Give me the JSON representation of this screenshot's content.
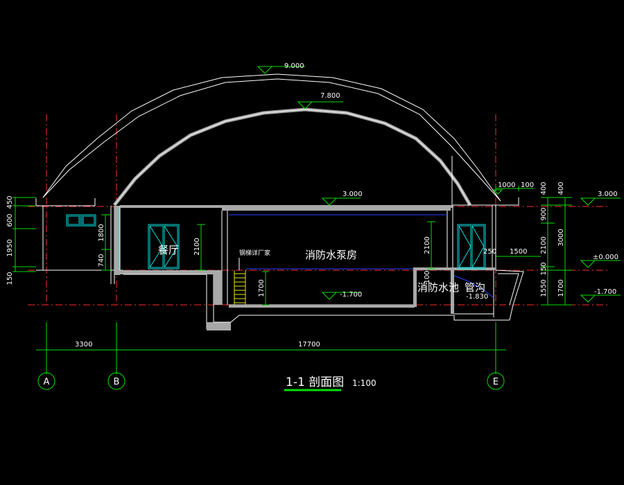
{
  "drawing": {
    "title": "1-1 剖面图",
    "scale": "1:100",
    "rooms": {
      "dining": "餐厅",
      "pump_room": "消防水泵房",
      "pool": "消防水池",
      "trench": "管沟"
    },
    "ladder_note": "钢梯详厂家",
    "elevations": {
      "dome_outer": "9.000",
      "dome_inner": "7.800",
      "roof": "3.000",
      "floor": "-1.700",
      "pool_floor": "-1.830",
      "right_roof": "3.000",
      "right_ground": "±0.000",
      "right_base": "-1.700"
    },
    "dims": {
      "left_stack": [
        "450",
        "600",
        "1950",
        "150"
      ],
      "window_height": "1800",
      "sill_height": "740",
      "door_height_left": "2100",
      "door_height_right": "2100",
      "stair_height": "1700",
      "pool_depth": "100",
      "parapet_width": "1000",
      "parapet_offset": "100",
      "wall_250": "250",
      "overhang_1500": "1500",
      "right_inner": [
        "400",
        "900",
        "2100",
        "150",
        "1550"
      ],
      "right_outer": [
        "400",
        "3000",
        "1700"
      ],
      "span_ab": "3300",
      "span_be": "17700"
    },
    "axes": [
      "A",
      "B",
      "E"
    ],
    "colors": {
      "background": "#000000",
      "structure": "#ffffff",
      "section_fill": "#a8a8a8",
      "axis_line": "#ff2a2a",
      "dimension": "#00e000",
      "window": "#00e0e0",
      "blue_line": "#2840ff",
      "stair": "#e8e800"
    }
  }
}
